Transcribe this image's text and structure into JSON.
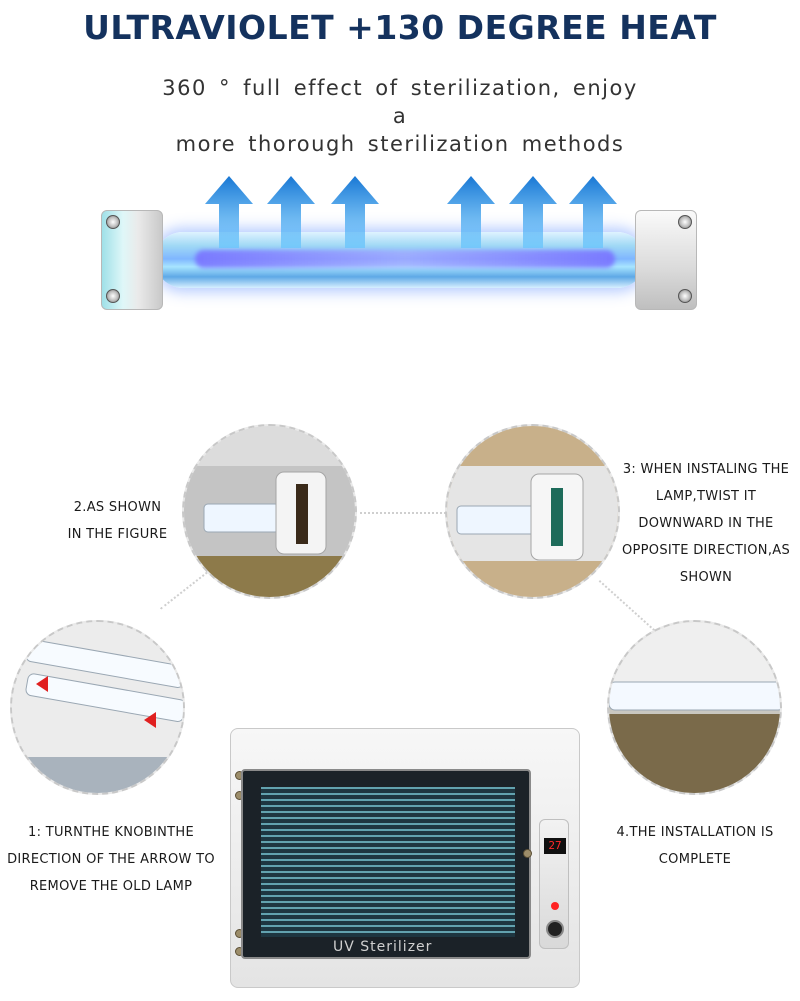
{
  "header": {
    "title": "ULTRAVIOLET +130 DEGREE HEAT",
    "subtitle_line1": "360 ° full effect of sterilization, enjoy a",
    "subtitle_line2": "more thorough sterilization methods"
  },
  "steps": {
    "step1": [
      "1: TURNTHE KNOBINTHE",
      "DIRECTION OF THE ARROW TO",
      "REMOVE THE OLD LAMP"
    ],
    "step2": [
      "2.AS SHOWN",
      "IN THE FIGURE"
    ],
    "step3": [
      "3: WHEN INSTALING THE",
      "LAMP,TWIST IT",
      "DOWNWARD IN THE",
      "OPPOSITE DIRECTION,AS",
      "SHOWN"
    ],
    "step4": [
      "4.THE INSTALLATION IS",
      "COMPLETE"
    ]
  },
  "device": {
    "door_label": "UV Sterilizer",
    "display_value": "27"
  },
  "colors": {
    "title": "#14325e",
    "arrow": "#1f8ad8"
  }
}
